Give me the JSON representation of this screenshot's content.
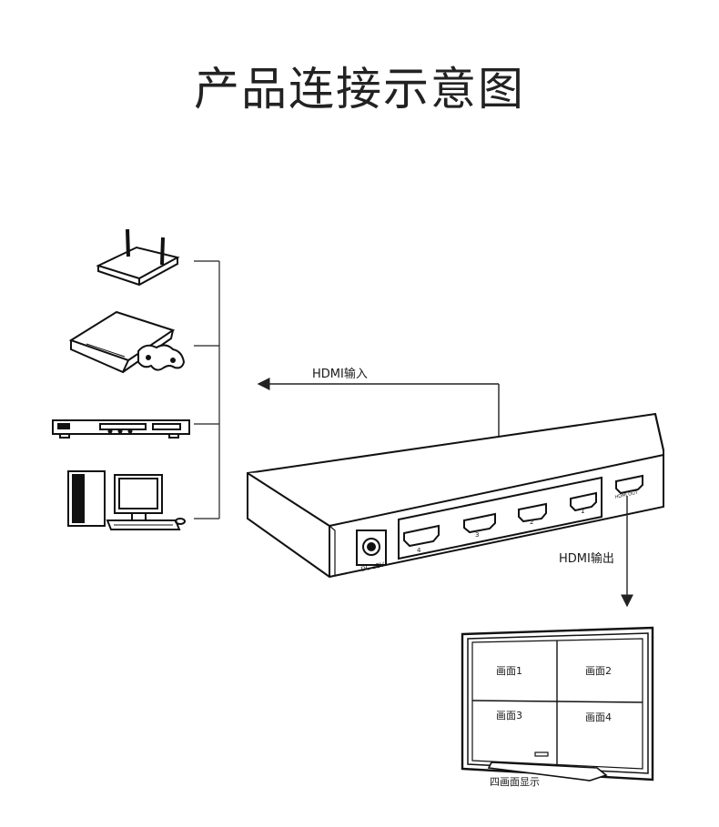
{
  "title": "产品连接示意图",
  "labels": {
    "hdmi_in": "HDMI输入",
    "hdmi_out": "HDMI输出",
    "dc": "DC 12V",
    "hdmi_out_port": "HDMI OUT",
    "ports": [
      "4",
      "3",
      "2",
      "1"
    ]
  },
  "monitor": {
    "panes": [
      "画面1",
      "画面2",
      "画面3",
      "画面4"
    ],
    "caption": "四画面显示"
  },
  "sources": [
    "wifi-router-icon",
    "game-console-icon",
    "dvd-player-icon",
    "desktop-computer-icon"
  ]
}
